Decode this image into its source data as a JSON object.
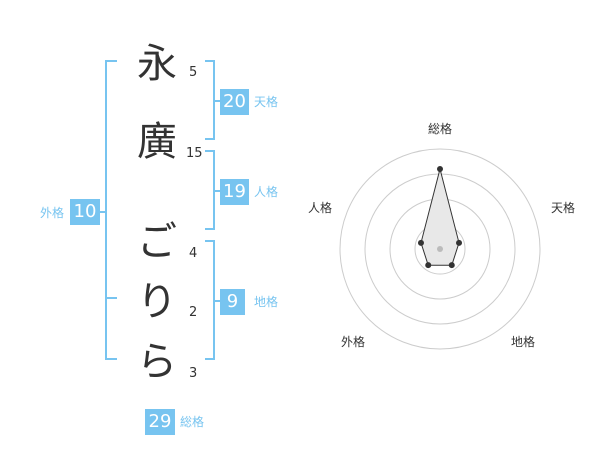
{
  "name": {
    "chars": [
      {
        "char": "永",
        "strokes": "5"
      },
      {
        "char": "廣",
        "strokes": "15"
      },
      {
        "char": "ご",
        "strokes": "4"
      },
      {
        "char": "り",
        "strokes": "2"
      },
      {
        "char": "ら",
        "strokes": "3"
      }
    ]
  },
  "kaku": {
    "tenkaku": {
      "value": "20",
      "label": "天格"
    },
    "jinkaku": {
      "value": "19",
      "label": "人格"
    },
    "chikaku": {
      "value": "9",
      "label": "地格"
    },
    "gaikaku": {
      "value": "10",
      "label": "外格"
    },
    "soukaku": {
      "value": "29",
      "label": "総格"
    }
  },
  "chart_data": {
    "type": "radar",
    "axes": [
      "総格",
      "天格",
      "地格",
      "外格",
      "人格"
    ],
    "values": [
      4,
      1,
      1,
      1,
      1
    ],
    "range": [
      0,
      5
    ],
    "ring_count": 4,
    "colors": {
      "fill": "#e8e8e8",
      "line": "#333333",
      "ring": "#cccccc",
      "point": "#333333"
    }
  },
  "colors": {
    "accent": "#77c4f0",
    "text": "#333333"
  }
}
